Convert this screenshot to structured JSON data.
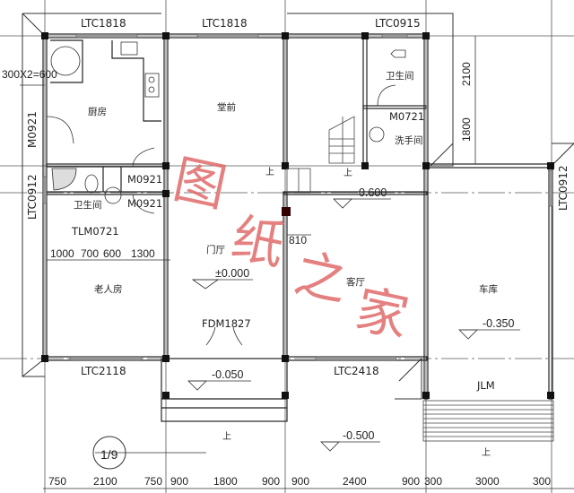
{
  "drawing": {
    "type": "floor-plan",
    "grid_marker": "1/9"
  },
  "windows": {
    "top_left": "LTC1818",
    "top_mid": "LTC1818",
    "top_right": "LTC0915",
    "left_upper": "M0921",
    "left_lower": "LTC0912",
    "right": "LTC0912",
    "bottom_left": "LTC2118",
    "bottom_mid": "LTC2418"
  },
  "doors": {
    "kitchen_door_1": "M0921",
    "kitchen_door_2": "M0921",
    "bath_door": "TLM0721",
    "wash_door": "M0721",
    "entrance": "FDM1827",
    "garage": "JLM"
  },
  "rooms": {
    "kitchen": "厨房",
    "storage": "堂前",
    "bathroom_left": "卫生间",
    "bathroom_right": "卫生间",
    "washroom": "洗手间",
    "foyer": "门厅",
    "living": "客厅",
    "elder_room": "老人房",
    "garage": "车库"
  },
  "elevations": {
    "foyer": "±0.000",
    "stair_landing": "0.600",
    "garage": "-0.350",
    "porch": "-0.050",
    "exterior": "-0.500"
  },
  "stair_labels": {
    "up1": "上",
    "up2": "上",
    "up3": "上",
    "up4": "上"
  },
  "dimensions": {
    "top_note": "300X2=600",
    "vertical_2100": "2100",
    "vertical_1800": "1800",
    "stair_width": "810",
    "inner_row": [
      "1000",
      "700",
      "600",
      "1300"
    ],
    "bottom_row": [
      "750",
      "2100",
      "750",
      "900",
      "1800",
      "900",
      "900",
      "2400",
      "900",
      "300",
      "3000",
      "300"
    ]
  },
  "watermark": {
    "text": [
      "图",
      "纸",
      "之",
      "家"
    ],
    "color": "#e06a6a"
  }
}
